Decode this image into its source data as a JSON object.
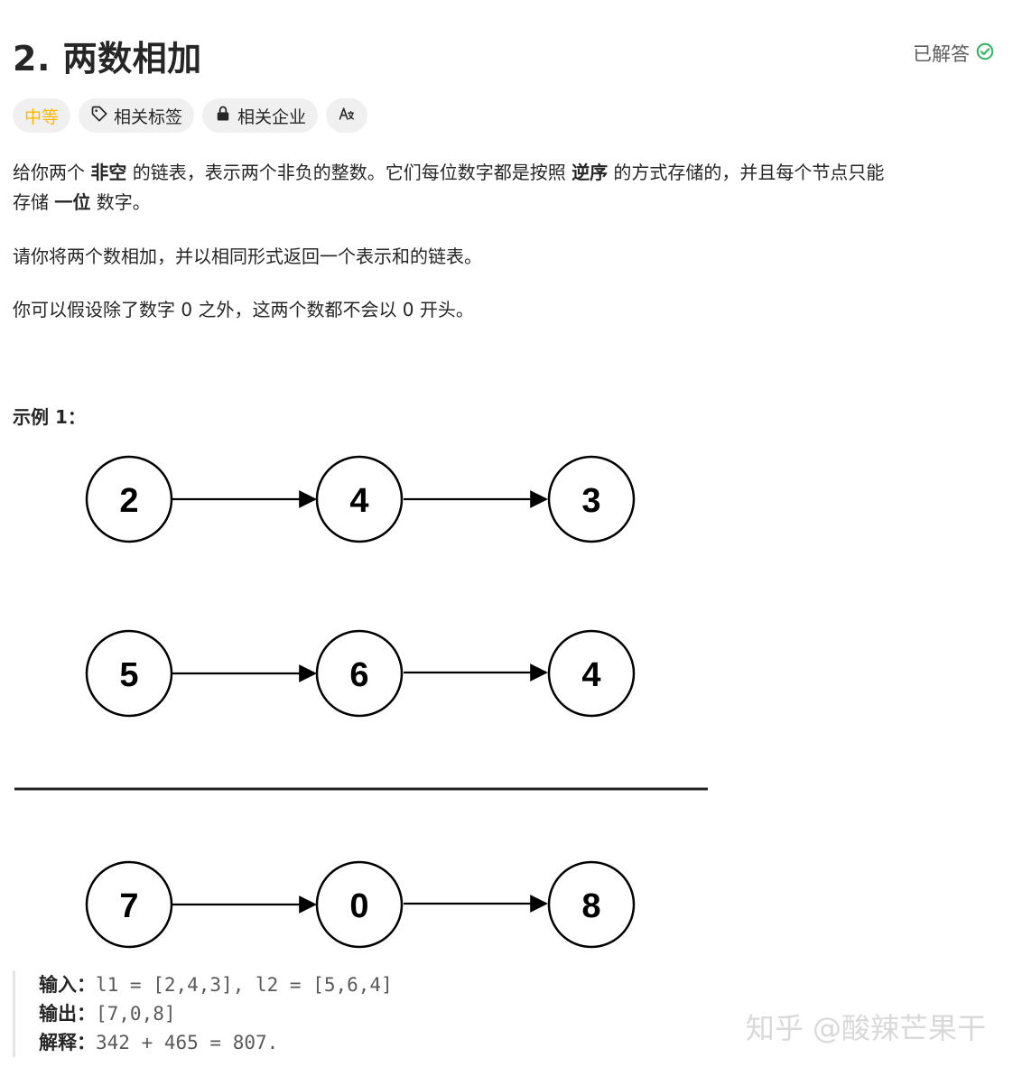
{
  "problem": {
    "title": "2. 两数相加",
    "status": "已解答",
    "difficulty": "中等",
    "tags": [
      "相关标签",
      "相关企业"
    ],
    "translate_icon": "translate-icon"
  },
  "description": {
    "p1_a": "给你两个 ",
    "p1_b": "非空",
    "p1_c": " 的链表，表示两个非负的整数。它们每位数字都是按照 ",
    "p1_d": "逆序",
    "p1_e": " 的方式存储的，并且每个节点只能",
    "p1_f": "存储 ",
    "p1_g": "一位",
    "p1_h": " 数字。",
    "p2": "请你将两个数相加，并以相同形式返回一个表示和的链表。",
    "p3": "你可以假设除了数字 0 之外，这两个数都不会以 0 开头。"
  },
  "example": {
    "title": "示例 1：",
    "lists": [
      [
        "2",
        "4",
        "3"
      ],
      [
        "5",
        "6",
        "4"
      ],
      [
        "7",
        "0",
        "8"
      ]
    ],
    "input_label": "输入：",
    "input_value": "l1 = [2,4,3], l2 = [5,6,4]",
    "output_label": "输出：",
    "output_value": "[7,0,8]",
    "explain_label": "解释：",
    "explain_value": "342 + 465 = 807."
  },
  "watermark": "知乎 @酸辣芒果干",
  "colors": {
    "accent_success": "#2db55d",
    "difficulty_medium": "#ffb700",
    "tag_bg": "#f0f0f0"
  }
}
